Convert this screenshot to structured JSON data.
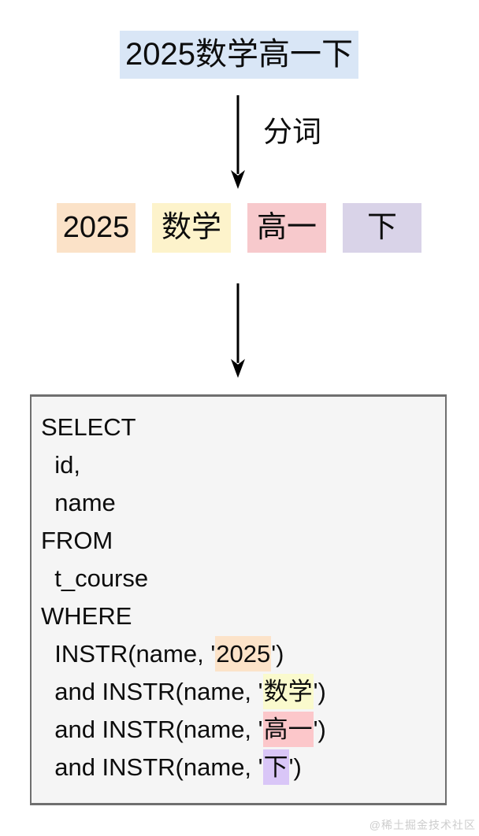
{
  "title": {
    "text": "2025数学高一下",
    "bg_color": "#d9e6f6"
  },
  "segmentation": {
    "label": "分词"
  },
  "tokens": [
    {
      "text": "2025",
      "bg_color": "#fbe2c8"
    },
    {
      "text": "数学",
      "bg_color": "#fdf3cb"
    },
    {
      "text": "高一",
      "bg_color": "#f7c9cc"
    },
    {
      "text": "下",
      "bg_color": "#d9d3e8"
    }
  ],
  "sql_box": {
    "bg_color": "#f5f5f5",
    "border_color": "#6f6f6f",
    "lines": [
      [
        {
          "t": "SELECT"
        }
      ],
      [
        {
          "t": "  id,"
        }
      ],
      [
        {
          "t": "  name"
        }
      ],
      [
        {
          "t": "FROM"
        }
      ],
      [
        {
          "t": "  t_course"
        }
      ],
      [
        {
          "t": "WHERE"
        }
      ],
      [
        {
          "t": "  INSTR(name, '"
        },
        {
          "t": "2025",
          "hl": "#fce3c9"
        },
        {
          "t": "')"
        }
      ],
      [
        {
          "t": "  and INSTR(name, '"
        },
        {
          "t": "数学",
          "hl": "#fafacd"
        },
        {
          "t": "')"
        }
      ],
      [
        {
          "t": "  and INSTR(name, '"
        },
        {
          "t": "高一",
          "hl": "#fcc7ca"
        },
        {
          "t": "')"
        }
      ],
      [
        {
          "t": "  and INSTR(name, '"
        },
        {
          "t": "下",
          "hl": "#d9c6f7"
        },
        {
          "t": "')"
        }
      ]
    ]
  },
  "watermark": {
    "text": "@稀土掘金技术社区"
  }
}
